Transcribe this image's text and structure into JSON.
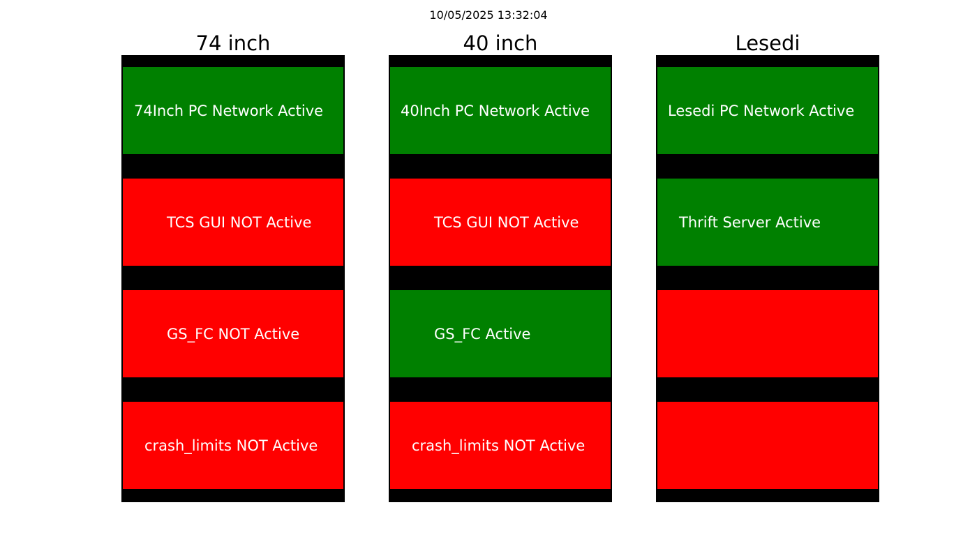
{
  "timestamp": "10/05/2025 13:32:04",
  "colors": {
    "active": "#008000",
    "inactive": "#ff0000",
    "frame": "#000000",
    "label": "#ffffff"
  },
  "panels": [
    {
      "title": "74 inch",
      "tiles": [
        {
          "label": "74Inch PC Network Active",
          "status": "active"
        },
        {
          "label": "TCS GUI NOT Active",
          "status": "inactive"
        },
        {
          "label": "GS_FC NOT Active",
          "status": "inactive"
        },
        {
          "label": "crash_limits NOT Active",
          "status": "inactive"
        }
      ]
    },
    {
      "title": "40 inch",
      "tiles": [
        {
          "label": "40Inch PC Network Active",
          "status": "active"
        },
        {
          "label": "TCS GUI NOT Active",
          "status": "inactive"
        },
        {
          "label": "GS_FC Active",
          "status": "active"
        },
        {
          "label": "crash_limits NOT Active",
          "status": "inactive"
        }
      ]
    },
    {
      "title": "Lesedi",
      "tiles": [
        {
          "label": "Lesedi PC Network Active",
          "status": "active"
        },
        {
          "label": "Thrift Server Active",
          "status": "active"
        },
        {
          "label": "",
          "status": "inactive"
        },
        {
          "label": "",
          "status": "inactive"
        }
      ]
    }
  ]
}
